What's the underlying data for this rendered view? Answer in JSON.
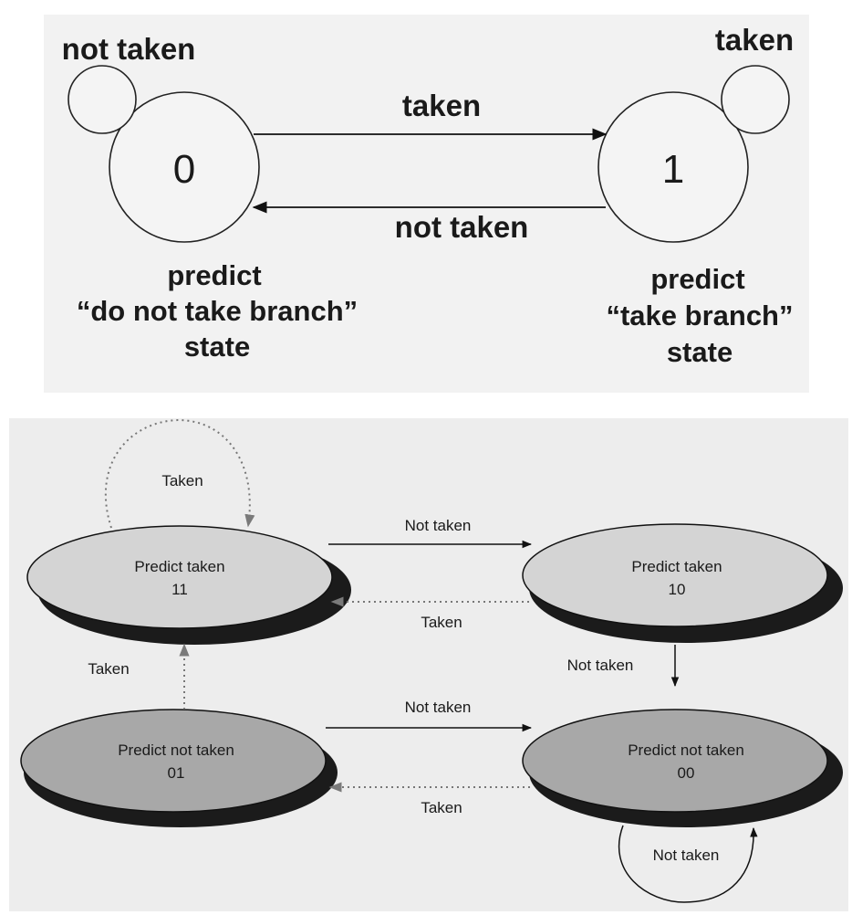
{
  "top_diagram": {
    "states": [
      {
        "number": "0",
        "caption": [
          "predict",
          "“do not take branch”",
          "state"
        ],
        "self_loop_label": "not taken"
      },
      {
        "number": "1",
        "caption": [
          "predict",
          "“take branch”",
          "state"
        ],
        "self_loop_label": "taken"
      }
    ],
    "arrow_0_to_1_label": "taken",
    "arrow_1_to_0_label": "not taken"
  },
  "bottom_diagram": {
    "states": [
      {
        "name": "Predict taken",
        "code": "11",
        "shade": "#d4d4d4"
      },
      {
        "name": "Predict taken",
        "code": "10",
        "shade": "#d4d4d4"
      },
      {
        "name": "Predict not taken",
        "code": "01",
        "shade": "#a8a8a8"
      },
      {
        "name": "Predict not taken",
        "code": "00",
        "shade": "#a8a8a8"
      }
    ],
    "transitions": {
      "s11_self": "Taken",
      "s11_to_s10": "Not taken",
      "s10_to_s11": "Taken",
      "s01_to_s11": "Taken",
      "s10_to_s00": "Not taken",
      "s01_to_s00": "Not taken",
      "s00_to_s01": "Taken",
      "s00_self": "Not taken"
    }
  }
}
